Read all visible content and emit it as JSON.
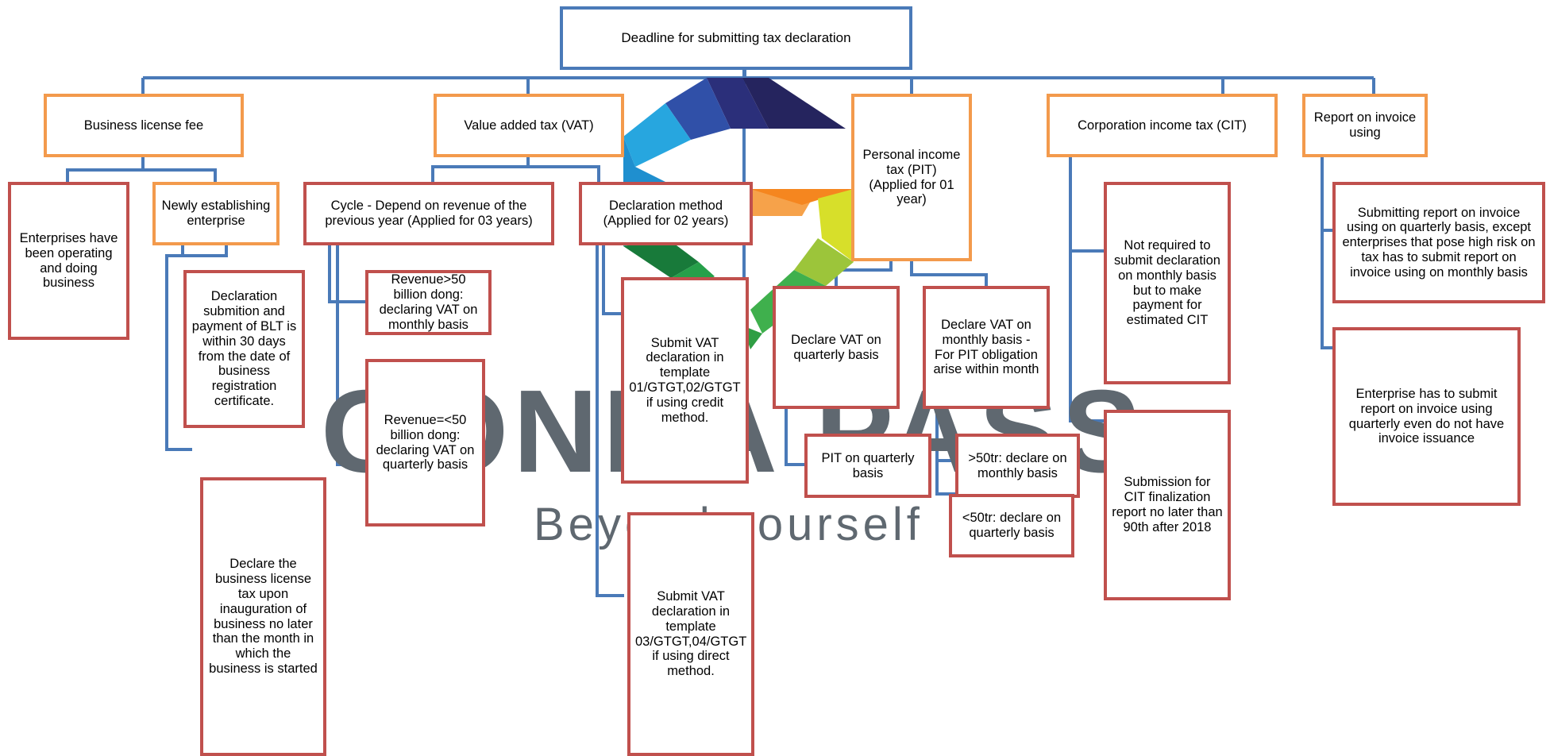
{
  "diagram": {
    "title": "Deadline for submitting tax declaration",
    "categories": {
      "business_license_fee": "Business license fee",
      "vat": "Value added tax (VAT)",
      "pit": "Personal income tax (PIT)\n(Applied for 01 year)",
      "cit": "Corporation income tax (CIT)",
      "invoice_report": "Report on invoice using"
    },
    "business_license": {
      "operating": "Enterprises have been operating and doing business",
      "new": "Newly establishing enterprise",
      "new_declaration": "Declaration submition and payment of BLT is within 30 days from the date of business registration certificate.",
      "declare_on_inauguration": "Declare the business license tax upon inauguration of business no later than the month in which the business is started"
    },
    "vat": {
      "cycle": "Cycle - Depend on revenue of the previous year (Applied for 03 years)",
      "revenue_over_50": "Revenue>50 billion dong: declaring VAT on monthly basis",
      "revenue_under_50": "Revenue=<50 billion dong: declaring VAT on quarterly basis",
      "method": "Declaration method (Applied for 02 years)",
      "credit_method": "Submit VAT declaration in template 01/GTGT,02/GTGT if using credit method.",
      "direct_method": "Submit VAT declaration in template 03/GTGT,04/GTGT if using direct method."
    },
    "pit": {
      "quarterly": "Declare VAT on quarterly basis",
      "monthly": "Declare VAT on monthly basis - For PIT obligation arise within month",
      "pit_quarterly": "PIT on quarterly basis",
      "over_50tr": ">50tr: declare on monthly basis",
      "under_50tr": "<50tr: declare on quarterly basis"
    },
    "cit": {
      "estimated": "Not required to submit declaration on monthly basis but to make payment for estimated CIT",
      "finalization": "Submission for CIT finalization report no later than 90th after 2018"
    },
    "invoice": {
      "quarterly_basis": "Submitting report on invoice using on quarterly basis, except enterprises that pose high risk on tax has to submit report on invoice using on monthly basis",
      "no_issuance": "Enterprise has to  submit report on invoice using quarterly even do not have invoice issuance"
    }
  },
  "watermark": {
    "brand": "GONNA PASS",
    "tagline": "Beyond yourself"
  },
  "colors": {
    "connector": "#4a7ab8",
    "title_border": "#4a7ab8",
    "category_border": "#f39a4c",
    "detail_border": "#c0504d",
    "logo_text": "#5f6870"
  }
}
